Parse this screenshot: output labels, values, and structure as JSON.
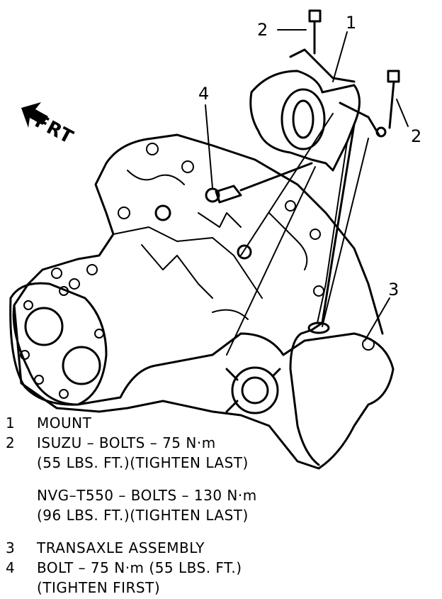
{
  "orientation": {
    "label": "FRT"
  },
  "callouts": {
    "c1": "1",
    "c2a": "2",
    "c2b": "2",
    "c3": "3",
    "c4": "4"
  },
  "legend": {
    "item1": {
      "num": "1",
      "text": "MOUNT"
    },
    "item2": {
      "num": "2",
      "line1": "ISUZU – BOLTS – 75 N·m",
      "line2": "(55 LBS. FT.)(TIGHTEN LAST)",
      "line3": "NVG–T550 – BOLTS – 130 N·m",
      "line4": "(96 LBS. FT.)(TIGHTEN LAST)"
    },
    "item3": {
      "num": "3",
      "text": "TRANSAXLE ASSEMBLY"
    },
    "item4": {
      "num": "4",
      "line1": "BOLT – 75 N·m (55 LBS. FT.)",
      "line2": "(TIGHTEN FIRST)"
    }
  }
}
